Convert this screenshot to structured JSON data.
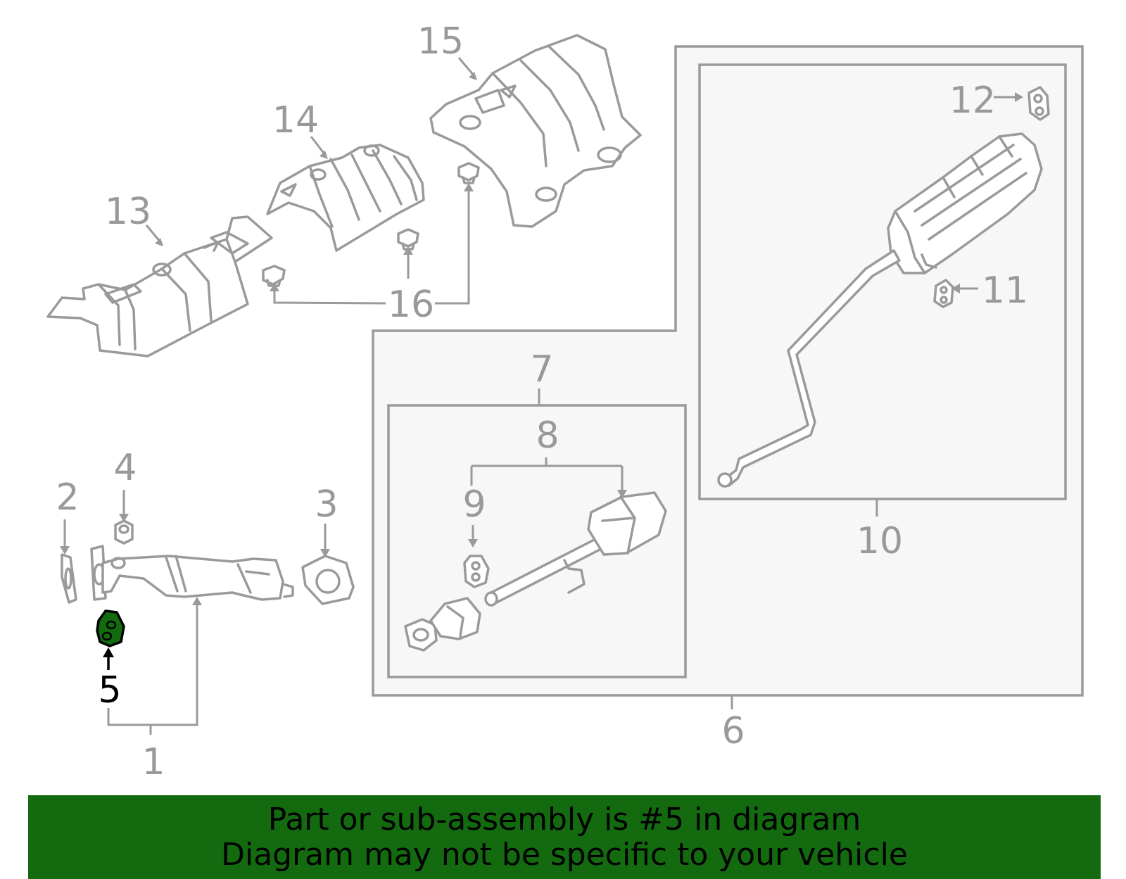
{
  "diagram": {
    "callouts": [
      "1",
      "2",
      "3",
      "4",
      "5",
      "6",
      "7",
      "8",
      "9",
      "10",
      "11",
      "12",
      "13",
      "14",
      "15",
      "16"
    ],
    "highlighted_callout": "5",
    "colors": {
      "line": "#9a9a9a",
      "highlight_part": "#136a0f",
      "highlight_label": "#000000",
      "banner_background": "#136a0f",
      "box_fill": "#f7f7f7"
    }
  },
  "banner": {
    "line1": "Part or sub-assembly is #5 in diagram",
    "line2": "Diagram may not be specific to your vehicle"
  }
}
